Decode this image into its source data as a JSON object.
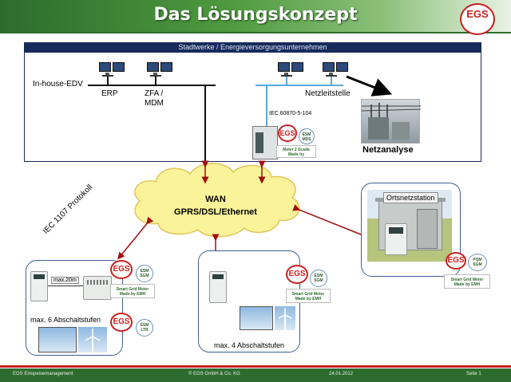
{
  "title": "Das Lösungskonzept",
  "logo_text": "EGS",
  "stadtwerke": {
    "header": "Stadtwerke / Energieversorgungsunternehmen",
    "inhouse_label": "In-house-EDV",
    "erp_label": "ERP",
    "zfa_label_1": "ZFA /",
    "zfa_label_2": "MDM",
    "netzleitstelle_label": "Netzleitstelle",
    "iec_label": "IEC 60870-5-104",
    "netzanalyse_label": "Netzanalyse",
    "gateway_seal_1": "ESM",
    "gateway_seal_2": "MDS",
    "gateway_tag_1": "Meter 2 Scada",
    "gateway_tag_2": "Made by"
  },
  "wan": {
    "title": "WAN",
    "subtitle": "GPRS/DSL/Ethernet"
  },
  "protocol_label": "IEC 1107 Protokoll",
  "ortsnetz": {
    "label": "Ortsnetzstation",
    "seal_1": "PQM",
    "seal_2": "SGM",
    "smart_1": "Smart Grid Meter",
    "smart_2": "Made by EMH"
  },
  "left_site": {
    "distance_label": "max.20m",
    "stages_label": "max. 6 Abschaltstufen",
    "seal_top_1": "ESM",
    "seal_top_2": "SGM",
    "smart_1": "Smart Grid Meter",
    "smart_2": "Made by EMH",
    "seal_bottom_1": "ESM",
    "seal_bottom_2": "LTR"
  },
  "middle_site": {
    "stages_label": "max. 4 Abschaltstufen",
    "seal_1": "ESM",
    "seal_2": "SGM",
    "smart_1": "Smart Grid Meter",
    "smart_2": "Made by EMH"
  },
  "footer": {
    "left": "EGS Einspeisemanagement",
    "center": "© EGS GmbH & Co. KG",
    "date": "24.01.2012",
    "page": "Seite 1"
  },
  "colors": {
    "brand_green": "#2e6b2e",
    "brand_red": "#c8201e",
    "navy": "#162a5c",
    "arrow_red": "#a01010",
    "cloud": "#fbf39a"
  }
}
